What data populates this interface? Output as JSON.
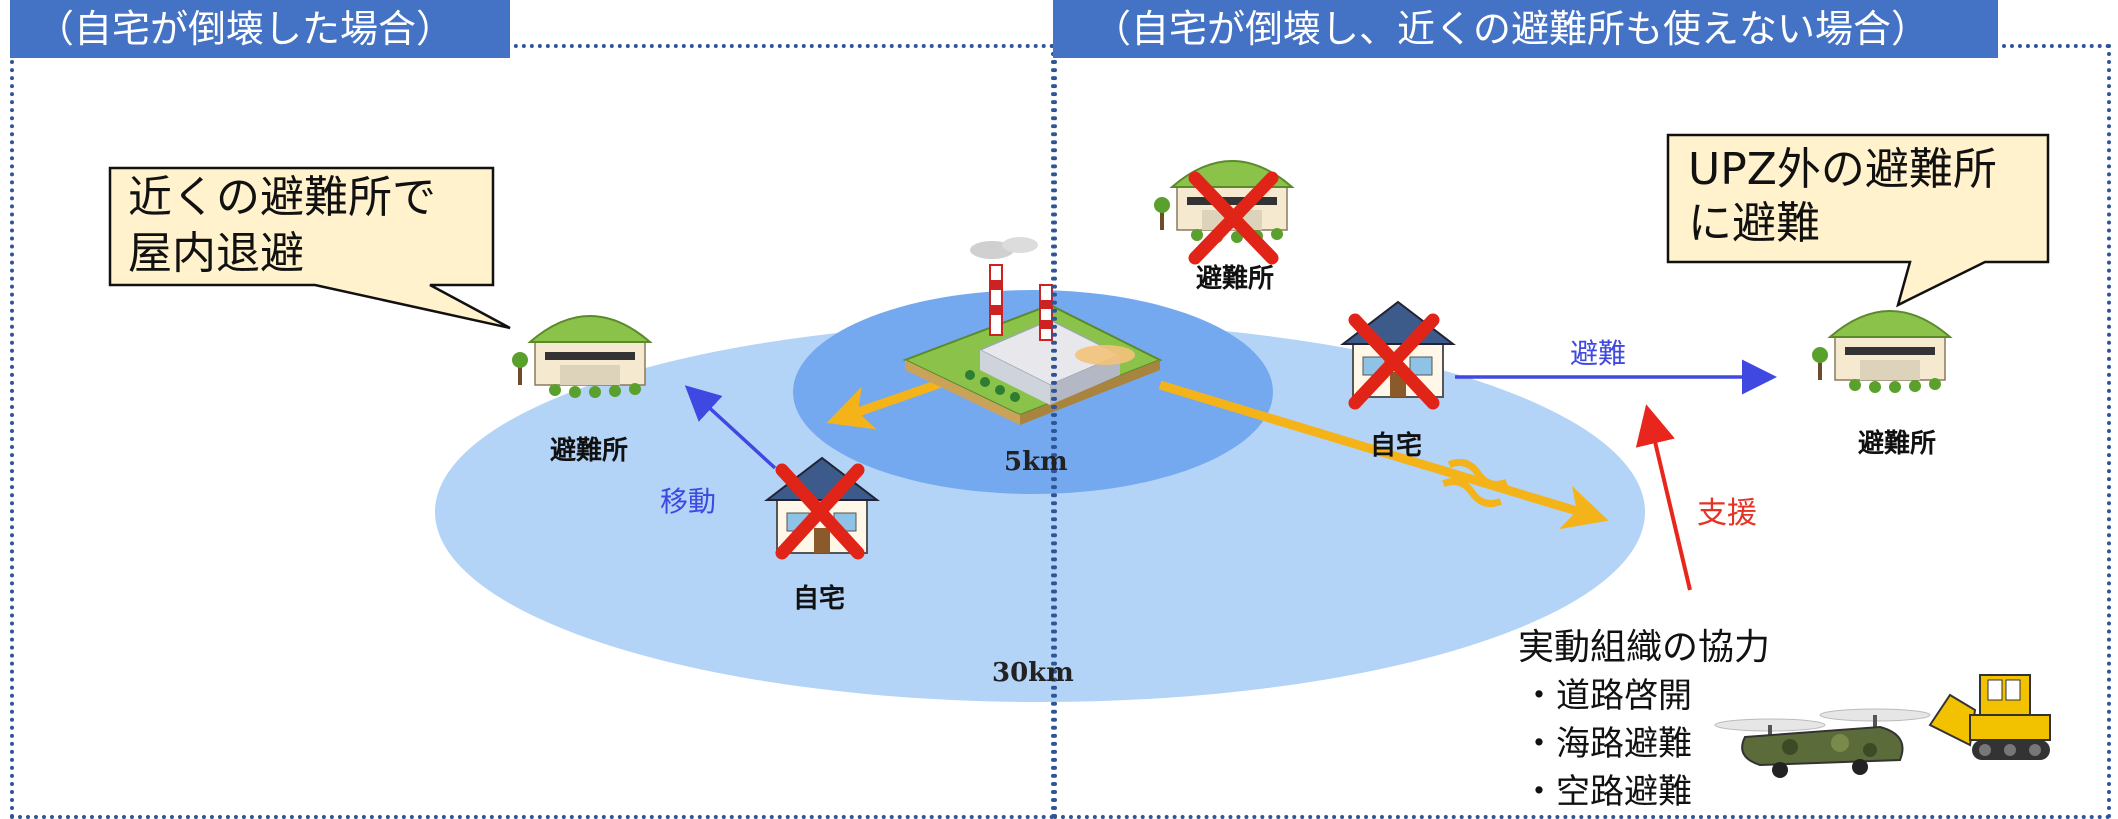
{
  "panels": {
    "left_title": "（自宅が倒壊した場合）",
    "right_title": "（自宅が倒壊し、近くの避難所も使えない場合）"
  },
  "zones": {
    "inner": "5km",
    "outer": "30km"
  },
  "left": {
    "callout": [
      "近くの避難所で",
      "屋内退避"
    ],
    "shelter_label": "避難所",
    "home_label": "自宅",
    "move_label": "移動"
  },
  "right": {
    "damaged_shelter_label": "避難所",
    "home_label": "自宅",
    "evacuate_label": "避難",
    "callout": [
      "UPZ外の避難所",
      "に避難"
    ],
    "outside_shelter_label": "避難所",
    "support_label": "支援",
    "cooperation": {
      "title": "実動組織の協力",
      "items": [
        "・道路啓開",
        "・海路避難",
        "・空路避難"
      ]
    }
  },
  "colors": {
    "panel_blue": "#4472c4",
    "frame_dotted": "#2f5597",
    "outer_zone": "#b3d3f7",
    "inner_zone": "#74a9ef",
    "arrow_orange": "#f5b31a",
    "arrow_blue": "#3f48e0",
    "arrow_red": "#e8261e",
    "cross_red": "#e02518",
    "callout_fill": "#fff2cc"
  }
}
